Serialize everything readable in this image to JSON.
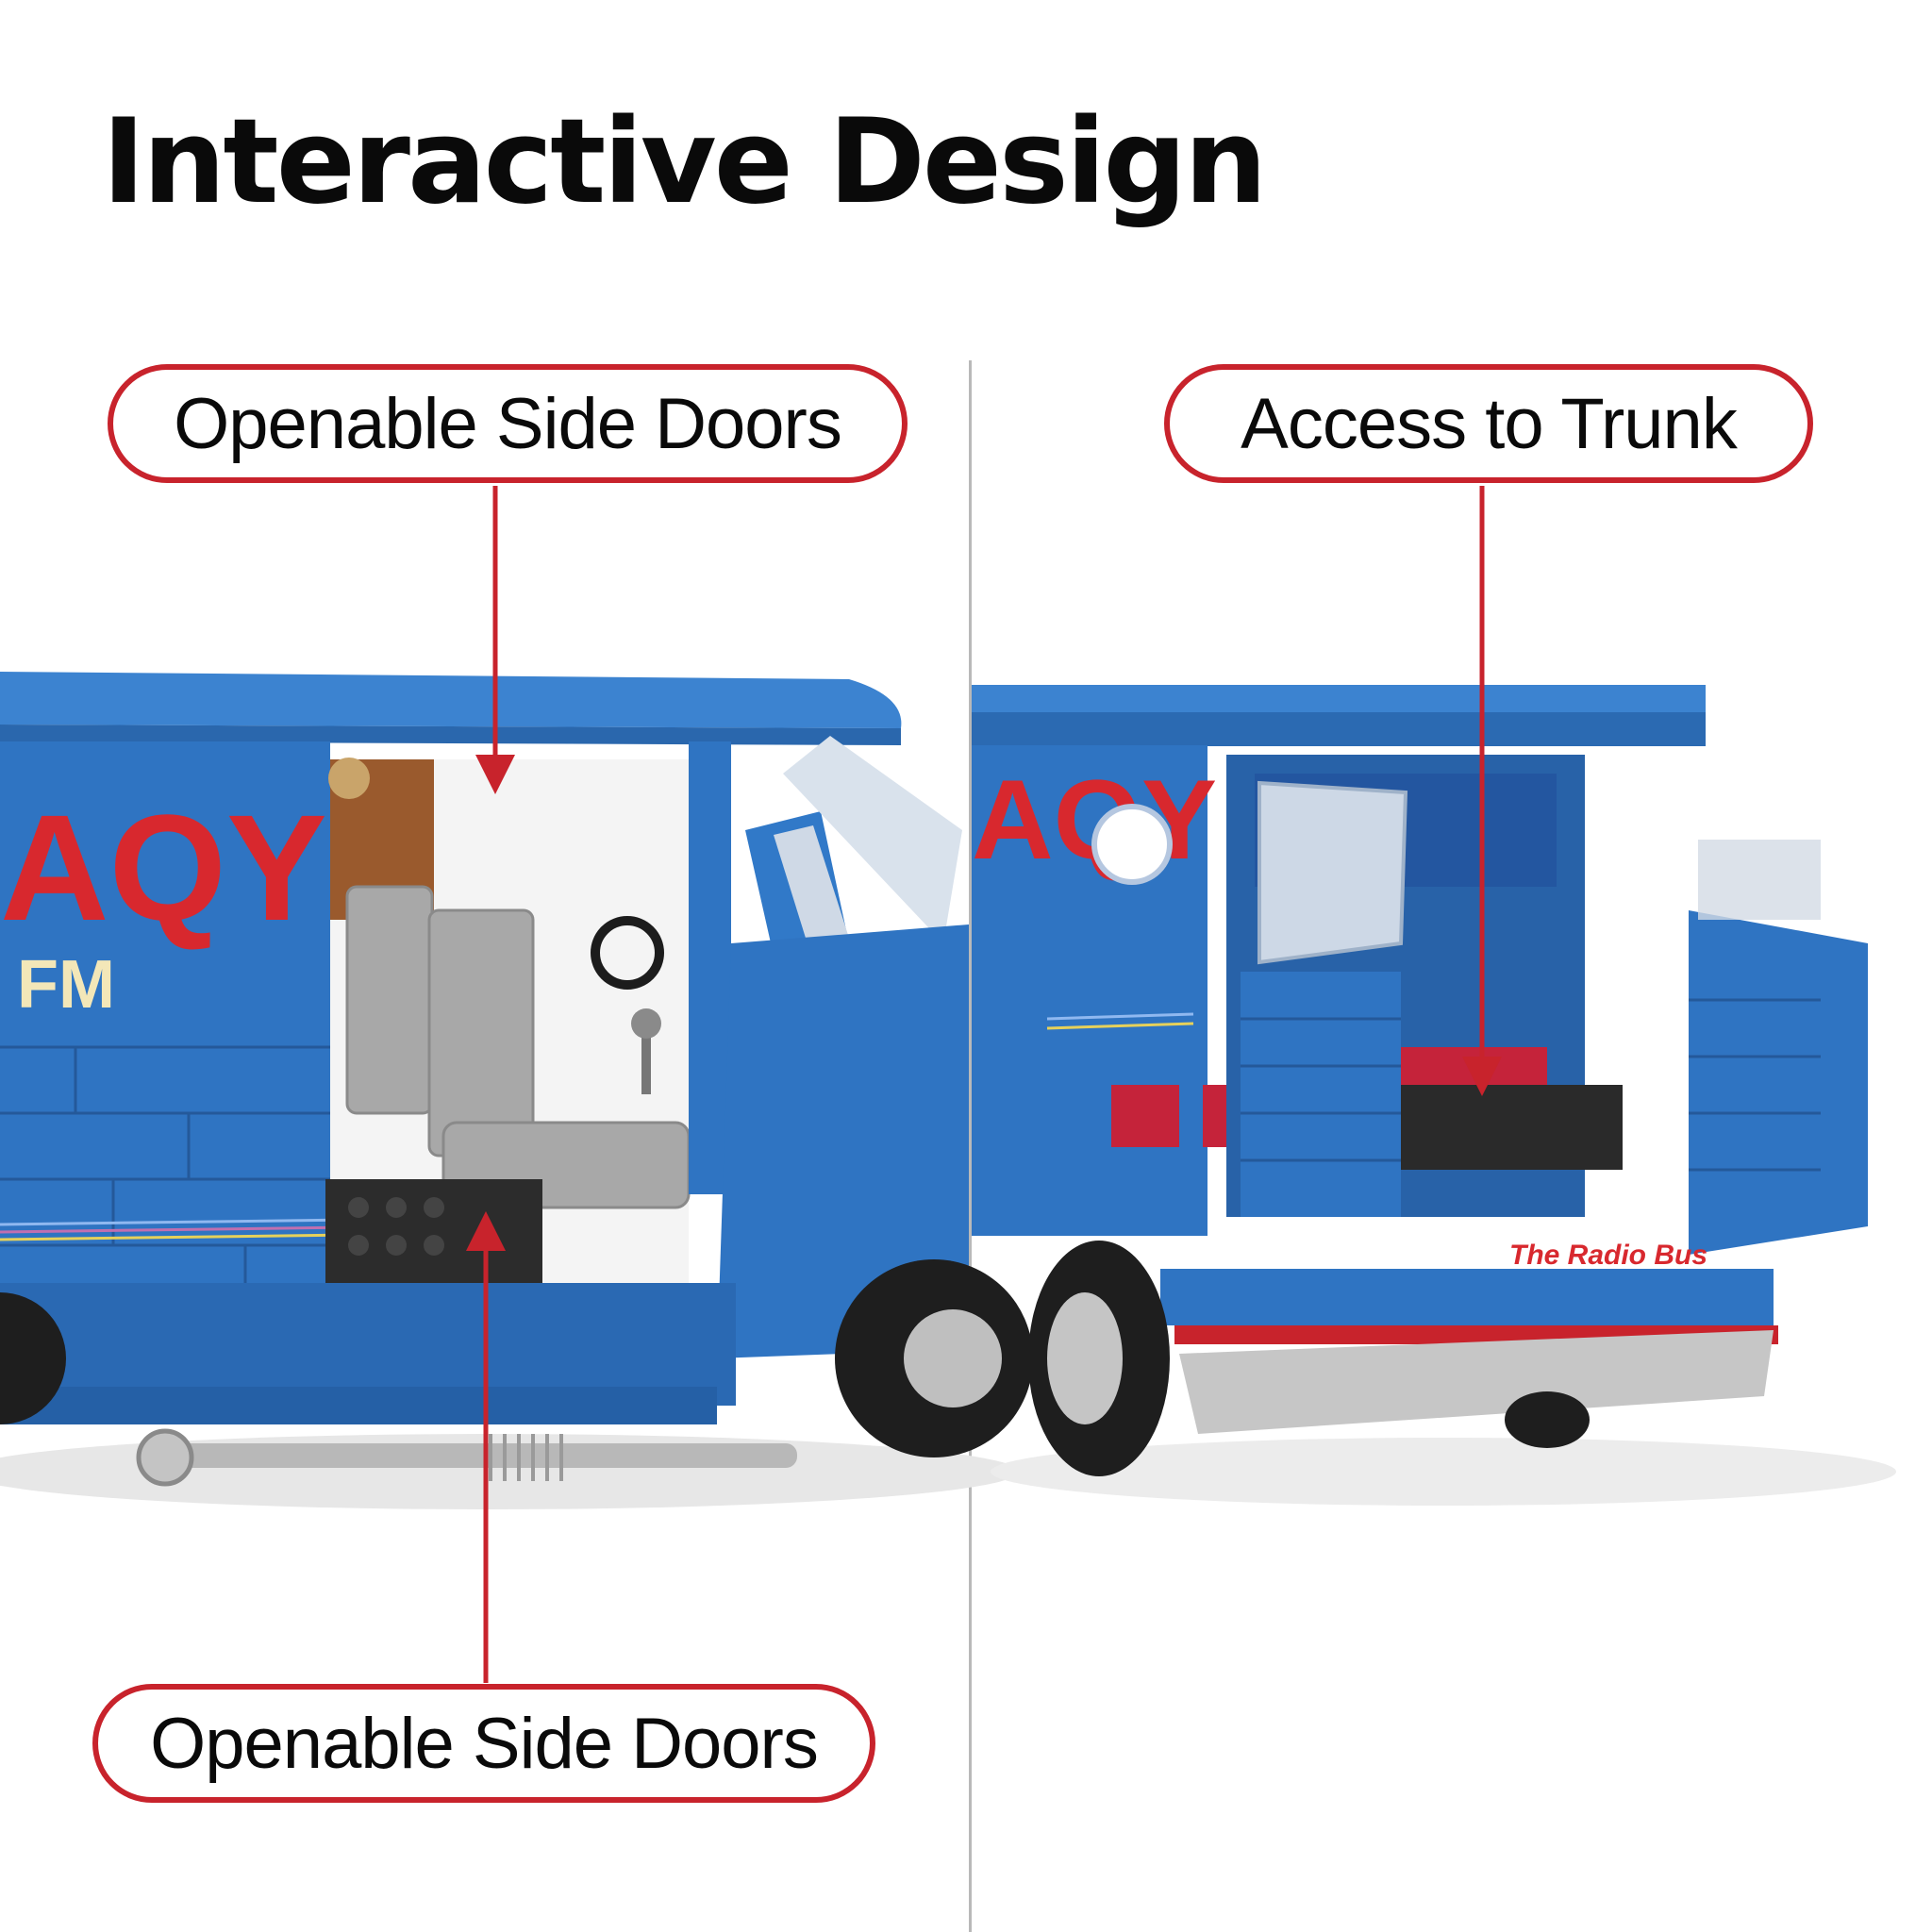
{
  "title": "Interactive Design",
  "callouts": {
    "left_top": "Openable Side Doors",
    "right_top": "Access to Trunk",
    "left_bottom": "Openable Side Doors"
  },
  "van_graphics": {
    "station_letters_left": "AQY",
    "station_suffix_left": "FM",
    "station_letters_right": "AQY",
    "rear_script": "The Radio Bus"
  },
  "colors": {
    "accent_red": "#c8232c",
    "van_blue": "#2f74c2",
    "divider": "#b9b9b9"
  }
}
